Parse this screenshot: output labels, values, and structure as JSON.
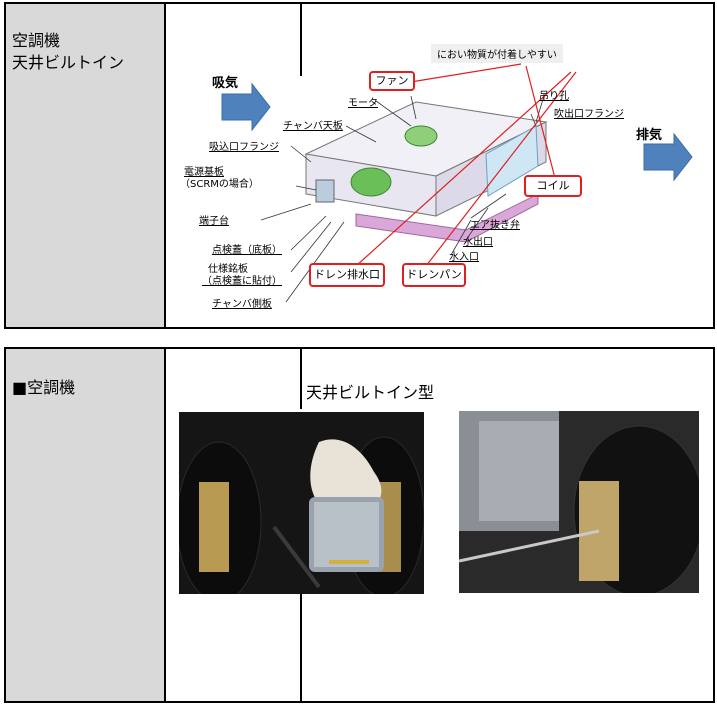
{
  "panel1": {
    "left_line1": "空調機",
    "left_line2": "天井ビルトイン",
    "diagram": {
      "intake": "吸気",
      "exhaust": "排気",
      "note": "におい物質が付着しやすい",
      "labels": {
        "fan": "ファン",
        "motor": "モータ",
        "chamber_top": "チャンバ天板",
        "intake_flange": "吸込口フランジ",
        "power_board": "電源基板",
        "power_board_sub": "（SCRMの場合）",
        "terminal": "端子台",
        "inspection_lid": "点検蓋（底板）",
        "spec_plate": "仕様銘板",
        "spec_plate_sub": "（点検蓋に貼付）",
        "chamber_side": "チャンバ側板",
        "hanger": "吊り孔",
        "outlet_flange": "吹出口フランジ",
        "coil": "コイル",
        "air_vent": "エア抜き弁",
        "water_out": "水出口",
        "water_in": "水入口",
        "drain_outlet": "ドレン排水口",
        "drain_pan": "ドレンパン"
      }
    }
  },
  "panel2": {
    "left_label": "■空調機",
    "title": "天井ビルトイン型"
  }
}
